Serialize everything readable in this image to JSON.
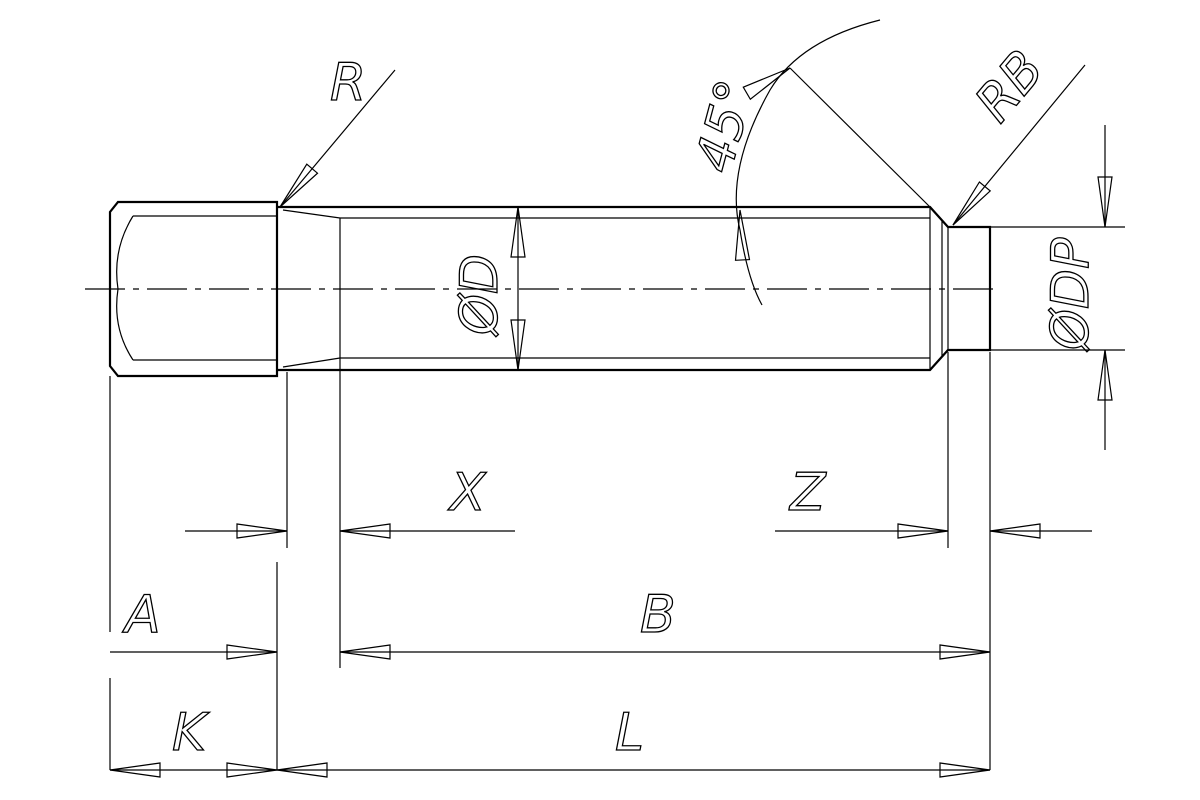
{
  "drawing": {
    "labels": {
      "R": "R",
      "RB": "RB",
      "angle": "45°",
      "D": "ØD",
      "DP": "ØDP",
      "X": "X",
      "Z": "Z",
      "A": "A",
      "B": "B",
      "K": "K",
      "L": "L"
    },
    "line_color": "#000000",
    "background": "#ffffff"
  }
}
